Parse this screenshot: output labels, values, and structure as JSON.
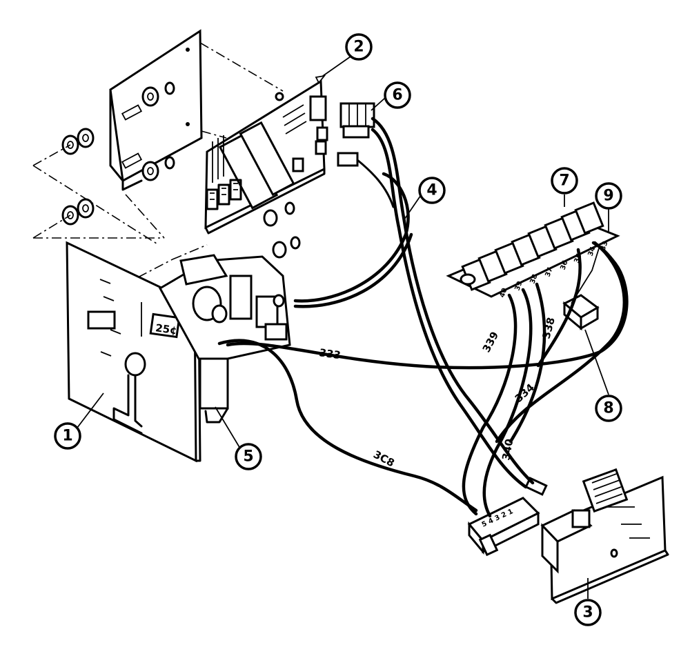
{
  "callouts": {
    "c1": "1",
    "c2": "2",
    "c3": "3",
    "c4": "4",
    "c5": "5",
    "c6": "6",
    "c7": "7",
    "c8": "8",
    "c9": "9"
  },
  "wire_labels": {
    "w333": "333",
    "w308": "3C8",
    "w339": "339",
    "w338": "338",
    "w334": "334",
    "w340": "340"
  },
  "terminal_labels": [
    "40",
    "39",
    "38",
    "37",
    "36",
    "35",
    "34",
    "33"
  ],
  "price_display": "25¢",
  "connector_pins": "5 4 3 2 1"
}
